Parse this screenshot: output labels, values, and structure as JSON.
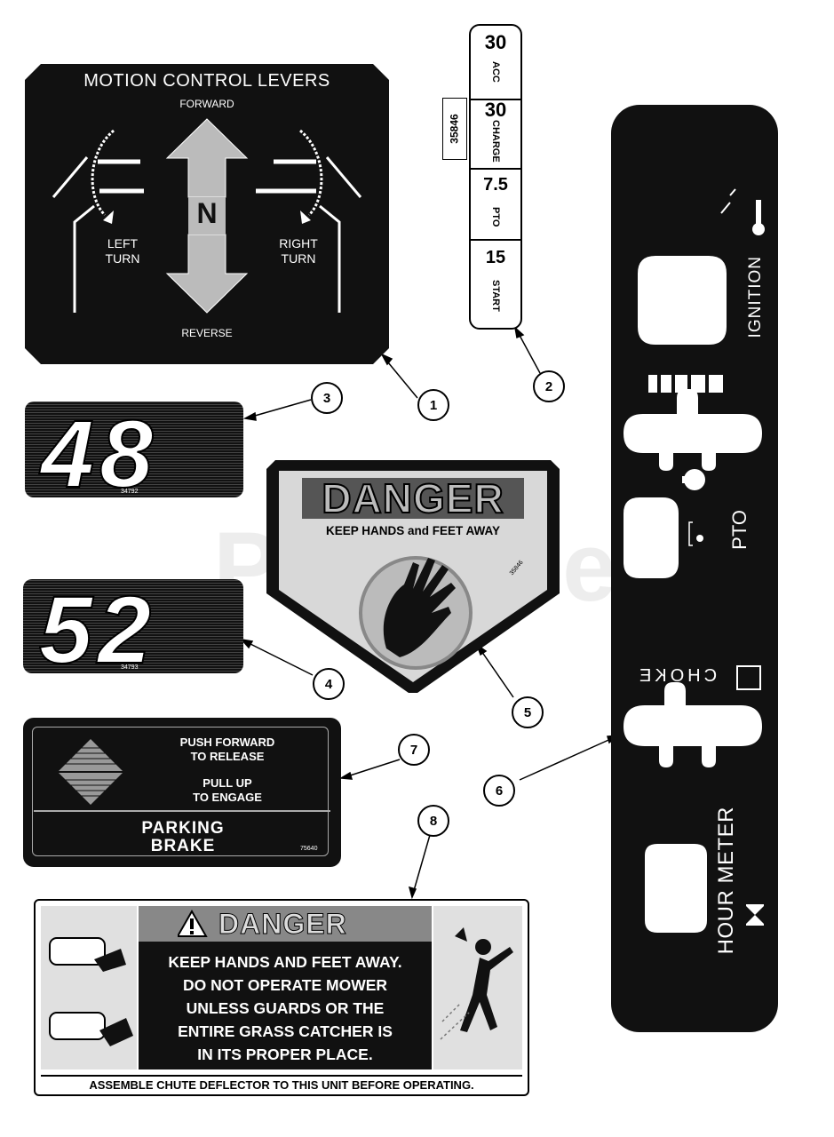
{
  "watermark": "PartsTree",
  "decal_motion": {
    "title": "MOTION CONTROL LEVERS",
    "forward": "FORWARD",
    "reverse": "REVERSE",
    "neutral": "N",
    "left_turn": "LEFT TURN",
    "right_turn": "RIGHT TURN"
  },
  "decal_fuse": {
    "part_number": "35846",
    "rows": [
      {
        "value": "30",
        "label": "ACC"
      },
      {
        "value": "30",
        "label": "CHARGE"
      },
      {
        "value": "7.5",
        "label": "PTO"
      },
      {
        "value": "15",
        "label": "START"
      }
    ]
  },
  "decal_48": {
    "number": "48",
    "part_number": "34792"
  },
  "decal_52": {
    "number": "52",
    "part_number": "34793"
  },
  "decal_danger_hand": {
    "title": "DANGER",
    "text": "KEEP HANDS and FEET AWAY",
    "part_number": "35846"
  },
  "decal_parking": {
    "line1": "PUSH FORWARD",
    "line2": "TO RELEASE",
    "line3": "PULL UP",
    "line4": "TO ENGAGE",
    "title1": "PARKING",
    "title2": "BRAKE",
    "part_number": "75640"
  },
  "decal_danger_chute": {
    "title": "DANGER",
    "lines": [
      "KEEP HANDS AND FEET AWAY.",
      "DO NOT OPERATE MOWER",
      "UNLESS GUARDS OR THE",
      "ENTIRE GRASS CATCHER IS",
      "IN ITS PROPER PLACE."
    ],
    "footer": "ASSEMBLE CHUTE DEFLECTOR TO THIS UNIT BEFORE OPERATING."
  },
  "dash_panel": {
    "ignition": "IGNITION",
    "pto": "PTO",
    "choke": "CHOKE",
    "hour_meter": "HOUR METER"
  },
  "callouts": [
    "1",
    "2",
    "3",
    "4",
    "5",
    "6",
    "7",
    "8"
  ]
}
